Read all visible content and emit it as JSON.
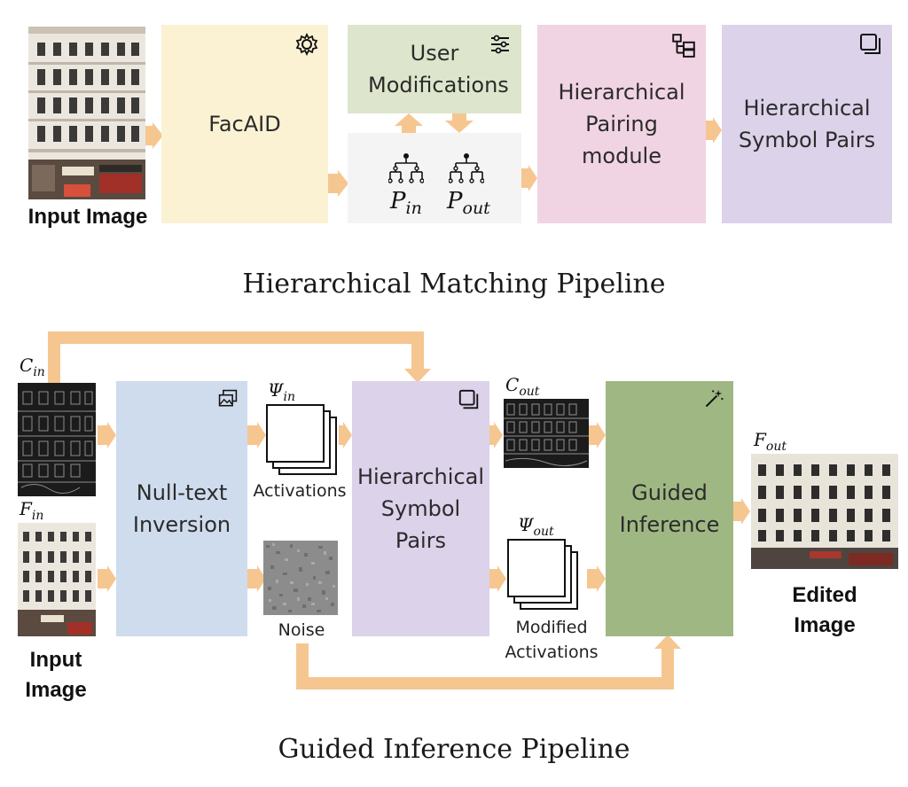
{
  "colors": {
    "arrow": "#f6c690",
    "facaid": "#fbf2d3",
    "user_mod": "#dde6cc",
    "symbols_panel": "#f4f4f4",
    "pairing": "#f1d4e3",
    "symbol_pairs": "#dcd2ea",
    "null_text": "#cfdcee",
    "guided": "#9fb883"
  },
  "top": {
    "input_label": "Input Image",
    "facaid_label": "FacAID",
    "user_mod_label": "User Modifications",
    "p_in": {
      "base": "P",
      "sub": "in"
    },
    "p_out": {
      "base": "P",
      "sub": "out"
    },
    "pairing_label": "Hierarchical Pairing module",
    "symbol_pairs_label": "Hierarchical Symbol Pairs",
    "caption": "Hierarchical Matching Pipeline",
    "icons": {
      "facaid": "gear-icon",
      "user_mod": "sliders-icon",
      "pairing": "tree-folder-icon",
      "symbol_pairs": "stacked-squares-icon",
      "hierarchy": "tree-diagram-icon"
    }
  },
  "bottom": {
    "c_in": {
      "base": "C",
      "sub": "in"
    },
    "f_in": {
      "base": "F",
      "sub": "in"
    },
    "input_label": "Input Image",
    "null_text_label": "Null-text Inversion",
    "psi_in": {
      "base": "Ψ",
      "sub": "in"
    },
    "activations_label": "Activations",
    "noise_label": "Noise",
    "symbol_pairs_label": "Hierarchical Symbol Pairs",
    "c_out": {
      "base": "C",
      "sub": "out"
    },
    "psi_out": {
      "base": "Ψ",
      "sub": "out"
    },
    "modified_activations_label": "Modified Activations",
    "guided_label": "Guided Inference",
    "f_out": {
      "base": "F",
      "sub": "out"
    },
    "edited_label": "Edited Image",
    "caption": "Guided Inference Pipeline",
    "icons": {
      "null_text": "images-icon",
      "symbol_pairs": "stacked-squares-icon",
      "guided": "magic-wand-icon"
    }
  }
}
